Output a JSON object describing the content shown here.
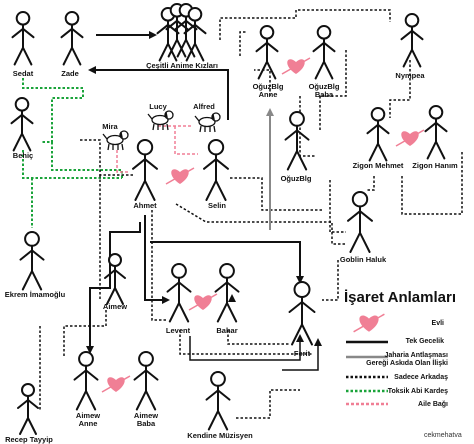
{
  "title": "İşaret Anlamları",
  "credit": "cekmehatva",
  "colors": {
    "heart": "#f07f95",
    "line_solid": "#111111",
    "line_gray": "#888888",
    "line_green": "#1aa33a",
    "line_pink": "#f07f95"
  },
  "characters": {
    "sedat": "Sedat",
    "zade": "Zade",
    "anime": "Çeşitli Anime Kızları",
    "oguzanne": "OğuzBlg\nAnne",
    "oguzbaba": "OğuzBlg\nBaba",
    "nympea": "Nympea",
    "behic": "Behiç",
    "lucy": "Lucy",
    "alfred": "Alfred",
    "mira": "Mira",
    "oguzblg": "OğuzBlg",
    "zigonmehmet": "Zigon Mehmet",
    "zigonhanim": "Zigon Hanım",
    "ahmet": "Ahmet",
    "selin": "Selin",
    "goblin": "Goblin Haluk",
    "ekrem": "Ekrem İmamoğlu",
    "aimew": "Aimew",
    "levent": "Levent",
    "bahar": "Bahar",
    "ferit": "Ferit",
    "aimewanne": "Aimew\nAnne",
    "aimewbaba": "Aimew\nBaba",
    "kendine": "Kendine Müzisyen",
    "recep": "Recep Tayyip"
  },
  "legend": {
    "evli": "Evli",
    "tek": "Tek Gecelik",
    "jaharia": "Jaharia Antlaşması\nGereği Askıda Olan İlişki",
    "sadece": "Sadece Arkadaş",
    "toksik": "Toksik Abi Kardeş",
    "aile": "Aile Bağı"
  }
}
